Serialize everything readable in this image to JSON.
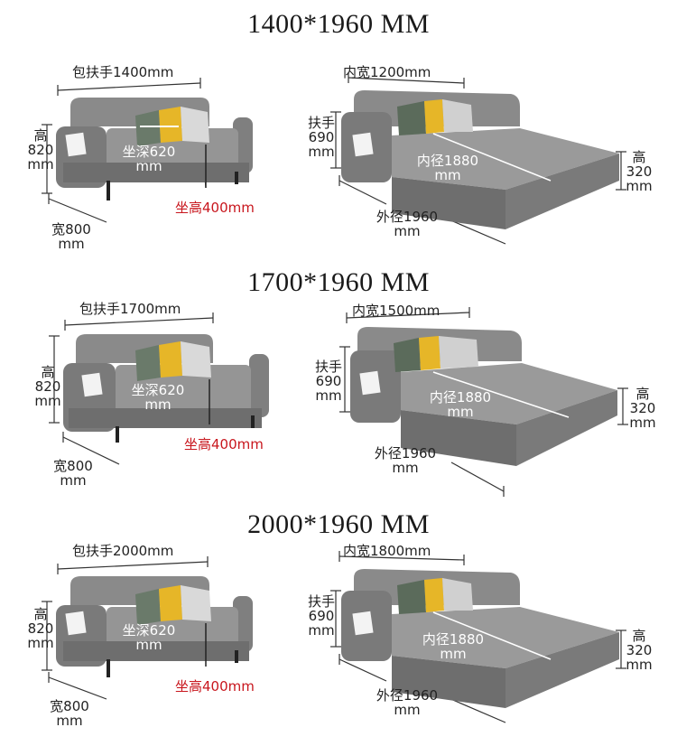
{
  "sections": [
    {
      "title": "1400*1960 MM",
      "sofa": {
        "width_label": "包扶手1400mm",
        "height_label": [
          "高",
          "820",
          "mm"
        ],
        "depth_label": [
          "宽800",
          "mm"
        ],
        "seat_depth_label": [
          "坐深620",
          "mm"
        ],
        "seat_height_label": "坐高400mm"
      },
      "bed": {
        "inner_width_label": "内宽1200mm",
        "armrest_label": [
          "扶手",
          "690",
          "mm"
        ],
        "inner_length_label": [
          "内径1880",
          "mm"
        ],
        "bed_height_label": [
          "高",
          "320",
          "mm"
        ],
        "outer_length_label": [
          "外径1960",
          "mm"
        ]
      }
    },
    {
      "title": "1700*1960 MM",
      "sofa": {
        "width_label": "包扶手1700mm",
        "height_label": [
          "高",
          "820",
          "mm"
        ],
        "depth_label": [
          "宽800",
          "mm"
        ],
        "seat_depth_label": [
          "坐深620",
          "mm"
        ],
        "seat_height_label": "坐高400mm"
      },
      "bed": {
        "inner_width_label": "内宽1500mm",
        "armrest_label": [
          "扶手",
          "690",
          "mm"
        ],
        "inner_length_label": [
          "内径1880",
          "mm"
        ],
        "bed_height_label": [
          "高",
          "320",
          "mm"
        ],
        "outer_length_label": [
          "外径1960",
          "mm"
        ]
      }
    },
    {
      "title": "2000*1960 MM",
      "sofa": {
        "width_label": "包扶手2000mm",
        "height_label": [
          "高",
          "820",
          "mm"
        ],
        "depth_label": [
          "宽800",
          "mm"
        ],
        "seat_depth_label": [
          "坐深620",
          "mm"
        ],
        "seat_height_label": "坐高400mm"
      },
      "bed": {
        "inner_width_label": "内宽1800mm",
        "armrest_label": [
          "扶手",
          "690",
          "mm"
        ],
        "inner_length_label": [
          "内径1880",
          "mm"
        ],
        "bed_height_label": [
          "高",
          "320",
          "mm"
        ],
        "outer_length_label": [
          "外径1960",
          "mm"
        ]
      }
    }
  ],
  "colors": {
    "fabric": "#8a8a8a",
    "fabric_dark": "#6e6e6e",
    "seat_height_text": "#c8161d",
    "cushion_yellow": "#e6b628"
  }
}
